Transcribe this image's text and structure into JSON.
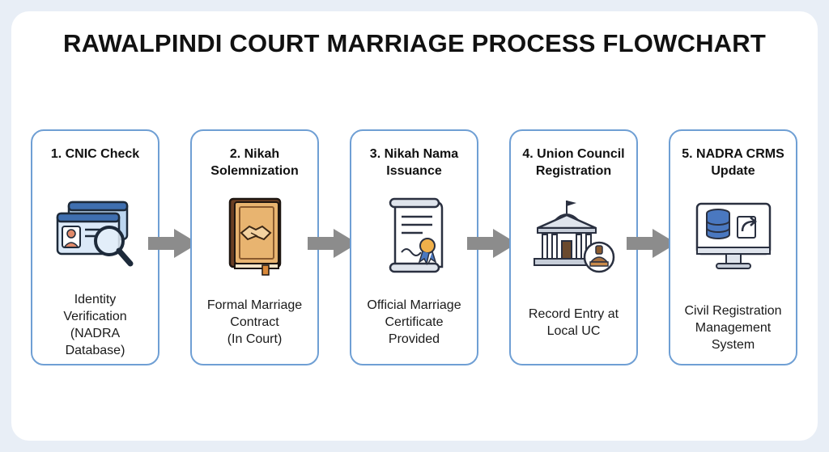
{
  "title": "RAWALPINDI COURT MARRIAGE PROCESS FLOWCHART",
  "steps": [
    {
      "title": "1. CNIC Check",
      "description": "Identity\nVerification\n(NADRA\nDatabase)",
      "icon": "id-card-magnifier-icon"
    },
    {
      "title": "2. Nikah\nSolemnization",
      "description": "Formal Marriage\nContract\n(In Court)",
      "icon": "handshake-book-icon"
    },
    {
      "title": "3. Nikah Nama\nIssuance",
      "description": "Official Marriage\nCertificate\nProvided",
      "icon": "certificate-scroll-icon"
    },
    {
      "title": "4. Union Council\nRegistration",
      "description": "Record Entry at\nLocal UC",
      "icon": "government-building-stamp-icon"
    },
    {
      "title": "5. NADRA CRMS\nUpdate",
      "description": "Civil Registration\nManagement\nSystem",
      "icon": "database-monitor-icon"
    }
  ],
  "colors": {
    "card_border": "#6f9fd4",
    "arrow": "#8c8c8c",
    "background": "#e8eef6",
    "accent_blue": "#3f6fb0",
    "accent_orange": "#e8a85a"
  }
}
